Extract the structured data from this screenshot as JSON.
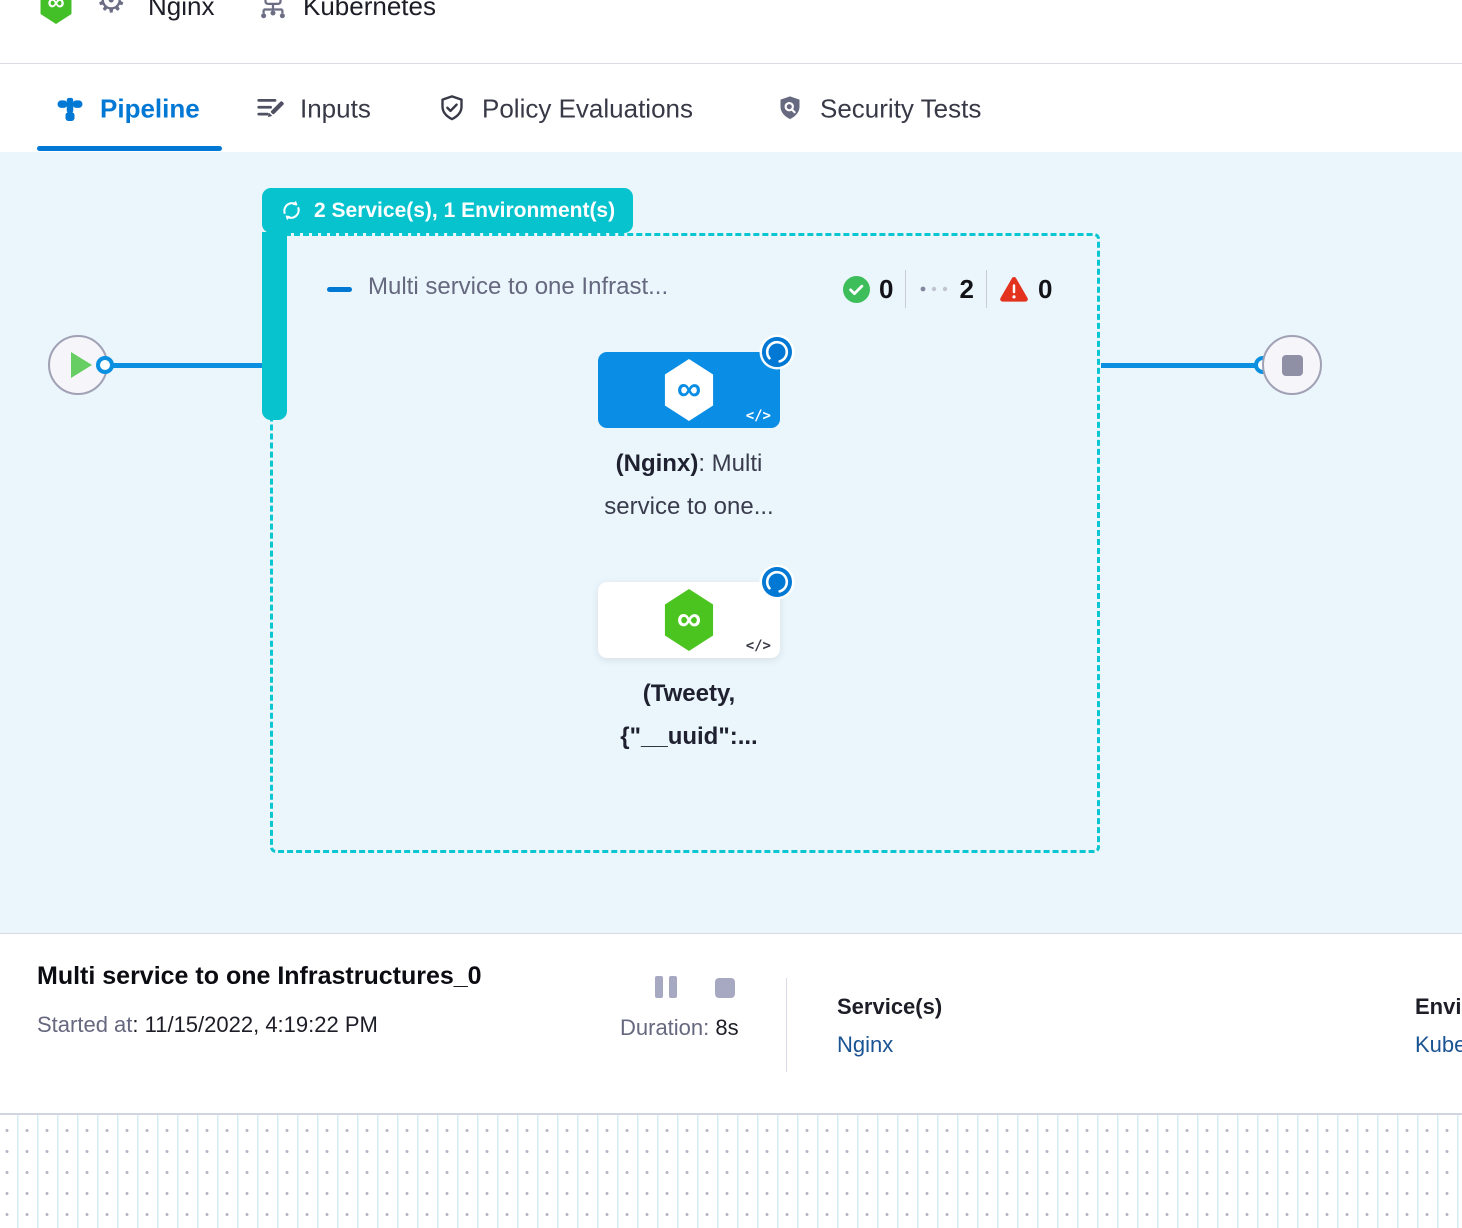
{
  "topbar": {
    "service": {
      "label": "Nginx"
    },
    "environment": {
      "label": "Kubernetes"
    }
  },
  "tabs": {
    "pipeline": "Pipeline",
    "inputs": "Inputs",
    "policy": "Policy Evaluations",
    "security": "Security Tests"
  },
  "canvas": {
    "group_badge_label": "2 Service(s), 1 Environment(s)",
    "stage_title": "Multi service to one Infrast...",
    "counts": {
      "success": "0",
      "running": "2",
      "failed": "0"
    },
    "infinity": "∞",
    "nodes": {
      "nginx": {
        "name_bold": "(Nginx)",
        "name_rest": ": Multi",
        "line2": "service to one...",
        "code": "</>"
      },
      "tweety": {
        "line1": "(Tweety,",
        "line2": "{\"__uuid\":...",
        "code": "</>"
      }
    }
  },
  "footer": {
    "title": "Multi service to one Infrastructures_0",
    "started_label": "Started at",
    "started_value": ": 11/15/2022, 4:19:22 PM",
    "duration_label": "Duration:",
    "duration_value": " 8s",
    "services_label": "Service(s)",
    "services_value": "Nginx",
    "environments_label": "Environment(s)",
    "environments_value": "Kubernetes"
  },
  "colors": {
    "teal": "#07C3CE",
    "accent_blue": "#0278D5",
    "node_blue": "#0A8DE4",
    "edge_blue": "#0B8FE0",
    "brand_green": "#43BF28",
    "success_green": "#3DBE5B",
    "error_red": "#E3331F",
    "link_navy": "#1A5493",
    "canvas_bg": "#EAF6FB"
  }
}
